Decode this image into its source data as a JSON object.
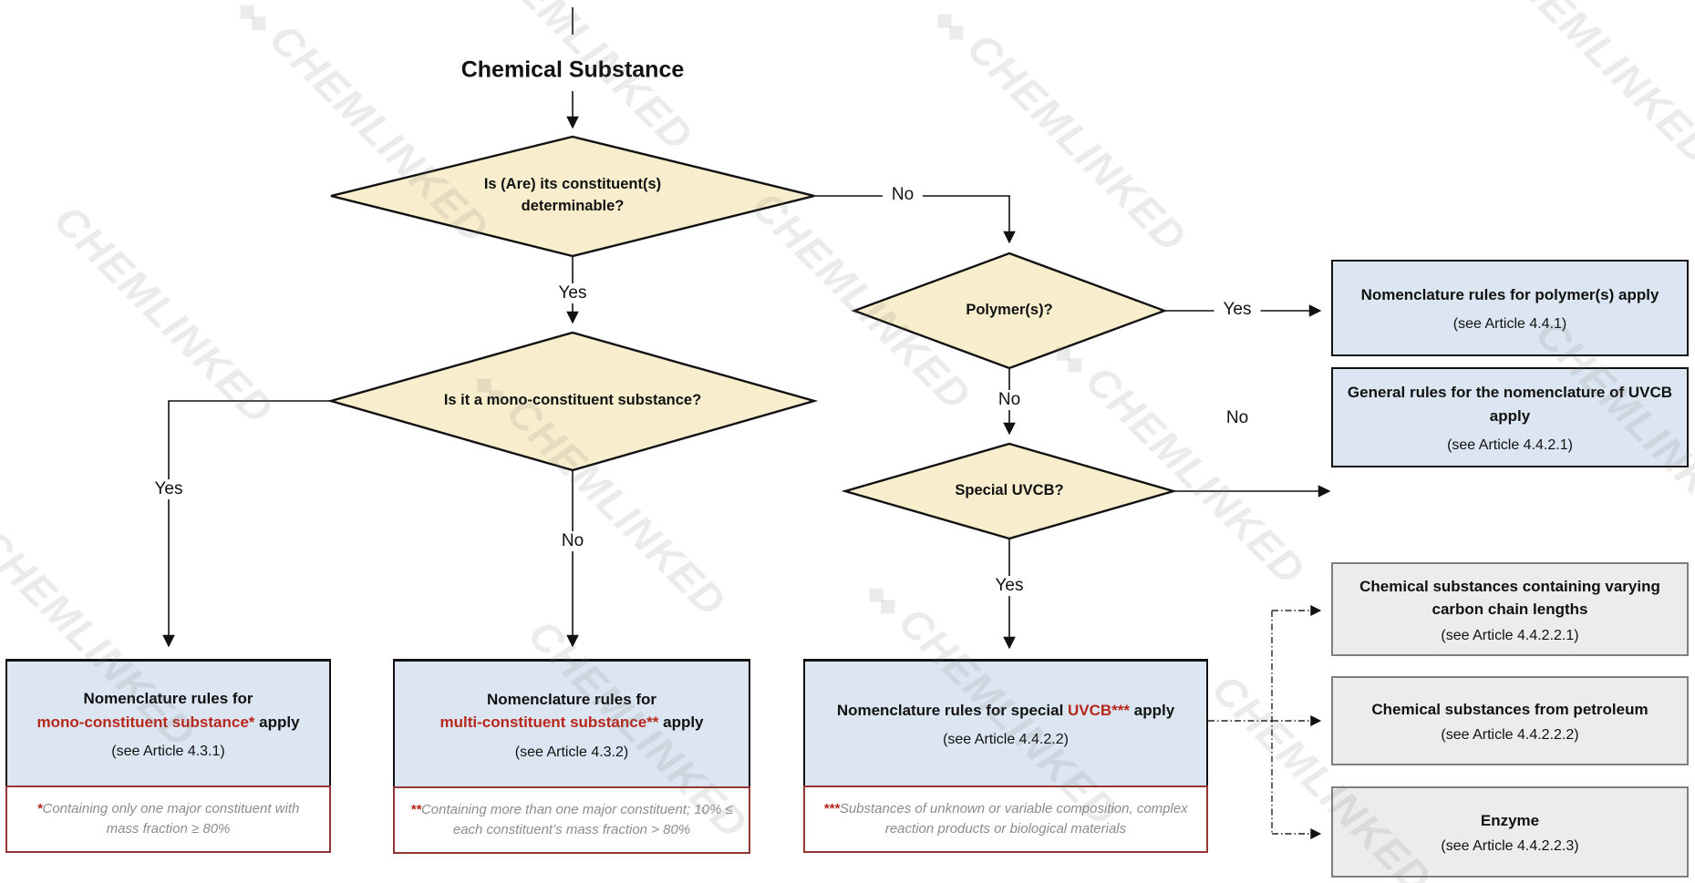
{
  "title": "Chemical Substance",
  "watermark": {
    "text": "CHEMLINKED"
  },
  "colors": {
    "diamond_fill": "#F8EECD",
    "box_blue": "#DCE6F2",
    "box_gray": "#ECECEC",
    "gray_border": "#7F7F7F",
    "accent_red": "#B7271C",
    "note_border": "#943634",
    "note_text": "#8C8C8C",
    "line_color": "#111111"
  },
  "decisions": {
    "determinable": "Is (Are) its constituent(s) determinable?",
    "mono": "Is it a mono-constituent substance?",
    "polymer": "Polymer(s)?",
    "special": "Special UVCB?"
  },
  "labels": {
    "yes": "Yes",
    "no": "No"
  },
  "boxes": {
    "mono": {
      "pre": "Nomenclature rules for",
      "highlight": "mono-constituent substance*",
      "post": " apply",
      "ref": "(see Article 4.3.1)",
      "note_marker": "*",
      "note": "Containing only one major constituent with mass fraction ≥ 80%"
    },
    "multi": {
      "pre": "Nomenclature rules for",
      "highlight": "multi-constituent substance**",
      "post": " apply",
      "ref": "(see Article 4.3.2)",
      "note_marker": "**",
      "note": "Containing more than one major constituent; 10% ≤ each constituent’s mass fraction > 80%"
    },
    "special": {
      "pre": "Nomenclature rules for special ",
      "highlight": "UVCB***",
      "post": " apply",
      "ref": "(see Article 4.4.2.2)",
      "note_marker": "***",
      "note": "Substances of unknown or variable composition, complex reaction products or biological materials"
    },
    "polymer": {
      "title": "Nomenclature rules for polymer(s) apply",
      "ref": "(see Article 4.4.1)"
    },
    "general_uvcb": {
      "title": "General rules for the nomenclature of UVCB apply",
      "ref": "(see Article 4.4.2.1)"
    },
    "varying_carbon": {
      "title": "Chemical substances containing varying carbon chain lengths",
      "ref": "(see Article 4.4.2.2.1)"
    },
    "petroleum": {
      "title": "Chemical substances from petroleum",
      "ref": "(see Article 4.4.2.2.2)"
    },
    "enzyme": {
      "title": "Enzyme",
      "ref": "(see Article 4.4.2.2.3)"
    }
  }
}
